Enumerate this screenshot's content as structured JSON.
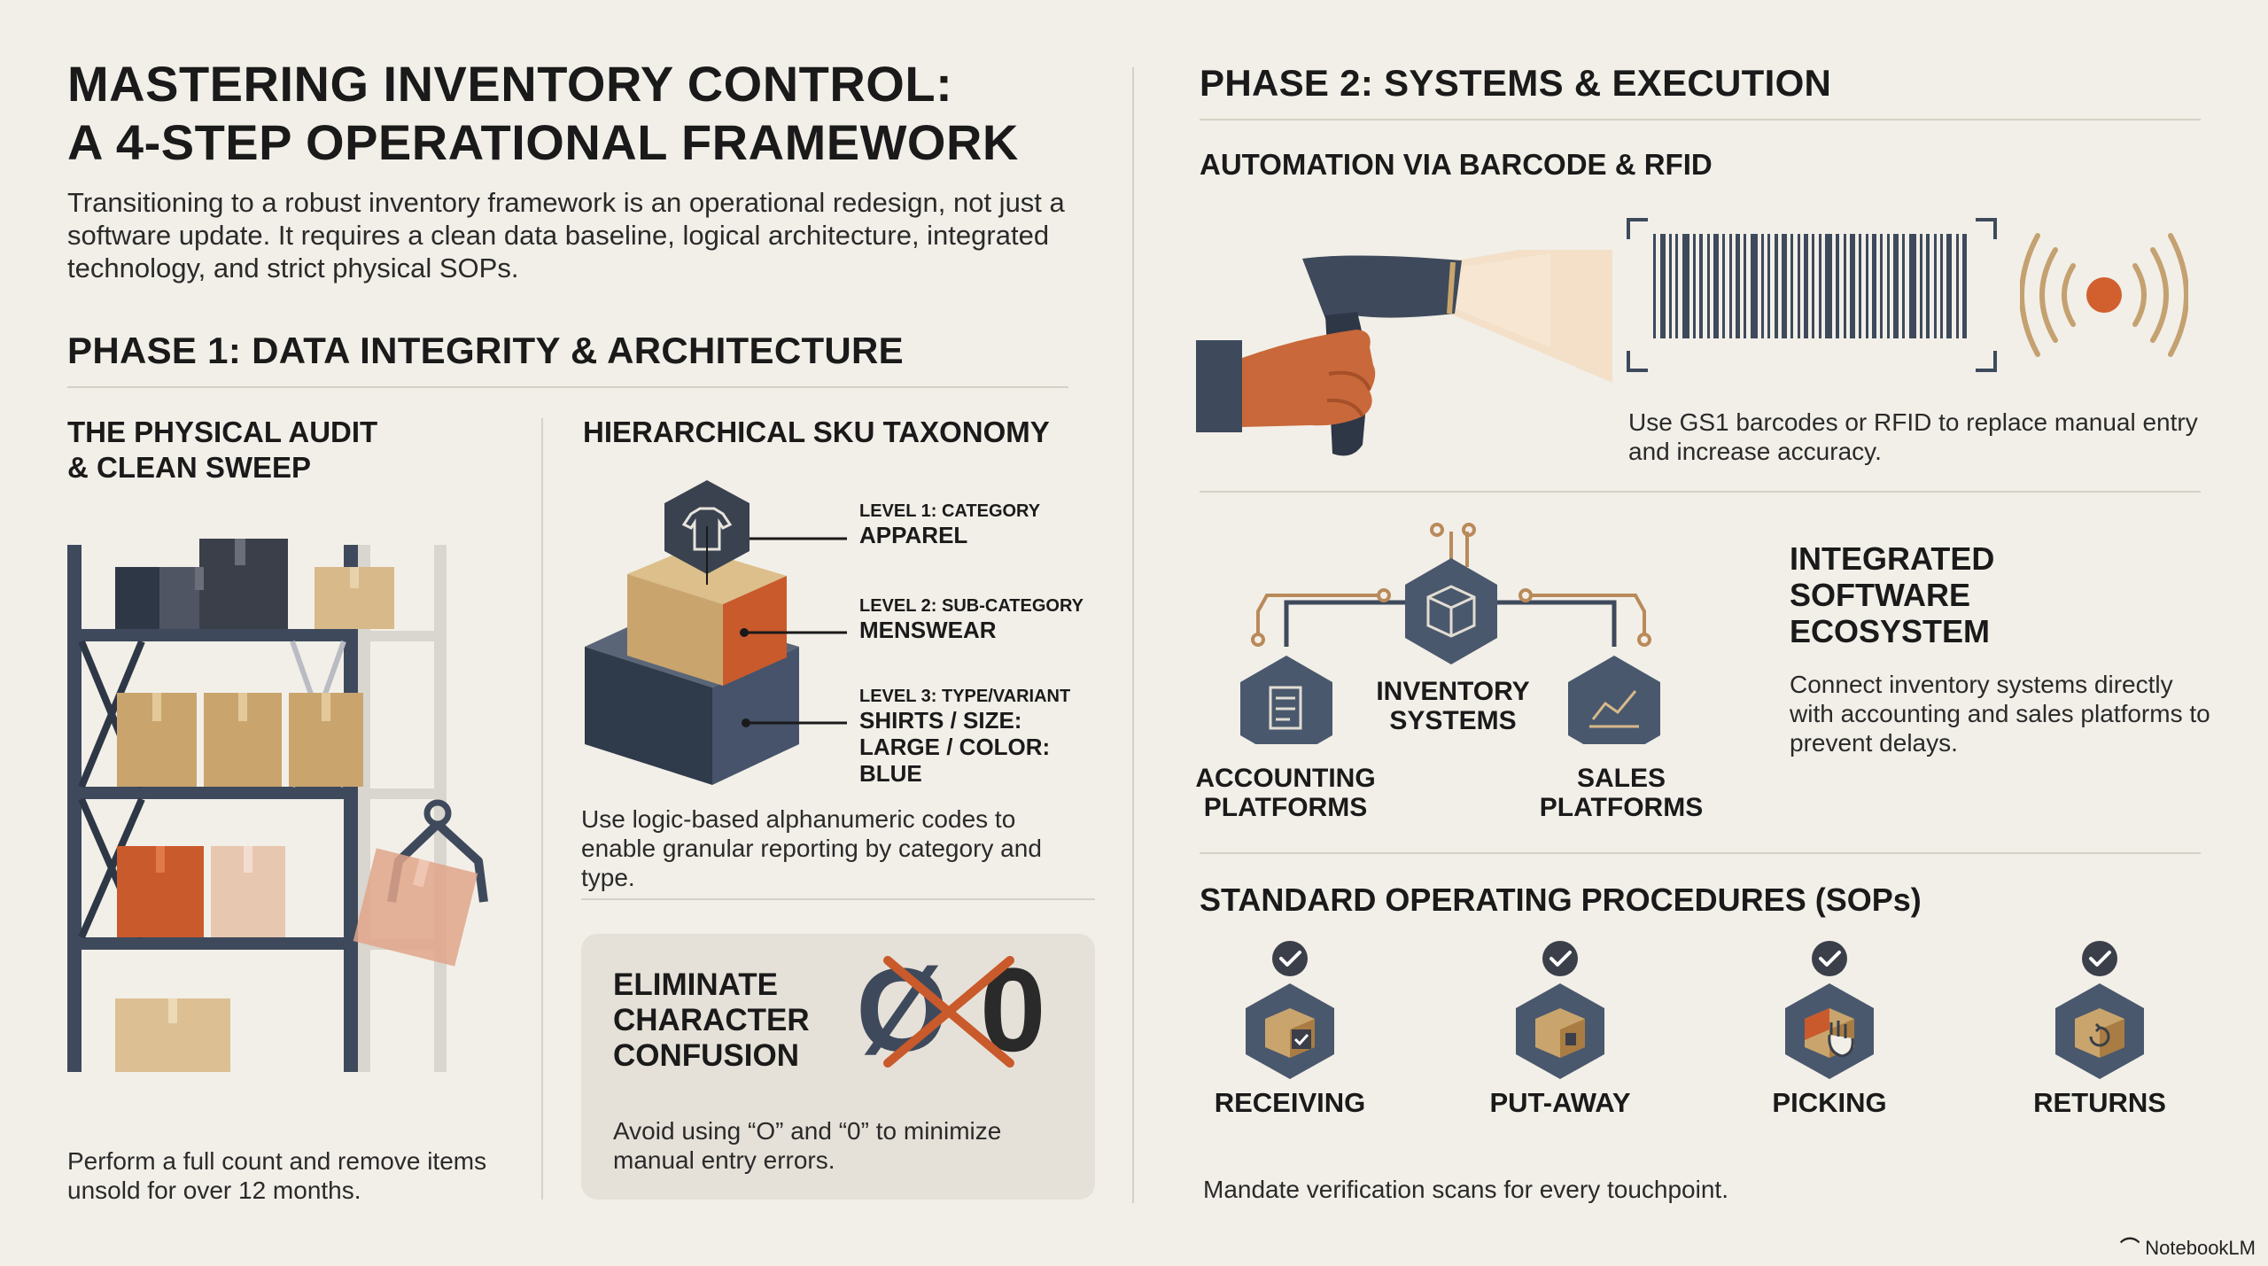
{
  "header": {
    "title_line1": "MASTERING INVENTORY CONTROL:",
    "title_line2": "A 4-STEP OPERATIONAL FRAMEWORK",
    "intro": "Transitioning to a robust inventory framework is an operational redesign, not just a software update. It requires a clean data baseline, logical architecture, integrated technology, and strict physical SOPs."
  },
  "phase1": {
    "title": "PHASE 1: DATA INTEGRITY & ARCHITECTURE",
    "audit": {
      "title_line1": "THE PHYSICAL AUDIT",
      "title_line2": "& CLEAN SWEEP",
      "text": "Perform a full count and remove items unsold for over 12 months."
    },
    "sku": {
      "title": "HIERARCHICAL SKU TAXONOMY",
      "levels": [
        {
          "label": "LEVEL 1: CATEGORY",
          "value": "APPAREL"
        },
        {
          "label": "LEVEL 2: SUB-CATEGORY",
          "value": "MENSWEAR"
        },
        {
          "label": "LEVEL 3: TYPE/VARIANT",
          "value": "SHIRTS / SIZE: LARGE / COLOR: BLUE"
        }
      ],
      "text": "Use logic-based alphanumeric codes to enable granular reporting by category and type."
    },
    "confusion": {
      "title_line1": "ELIMINATE",
      "title_line2": "CHARACTER",
      "title_line3": "CONFUSION",
      "glyph_crossed": "Ø",
      "glyph_plain": "0",
      "text": "Avoid using “O” and “0” to minimize manual entry errors."
    }
  },
  "phase2": {
    "title": "PHASE 2: SYSTEMS & EXECUTION",
    "automation": {
      "title": "AUTOMATION VIA BARCODE & RFID",
      "text": "Use GS1 barcodes or RFID to replace manual entry and increase accuracy."
    },
    "ecosystem": {
      "title_line1": "INTEGRATED",
      "title_line2": "SOFTWARE",
      "title_line3": "ECOSYSTEM",
      "text": "Connect inventory systems directly with accounting and sales platforms to prevent delays.",
      "nodes": {
        "center_line1": "INVENTORY",
        "center_line2": "SYSTEMS",
        "left_line1": "ACCOUNTING",
        "left_line2": "PLATFORMS",
        "right_line1": "SALES",
        "right_line2": "PLATFORMS"
      }
    },
    "sops": {
      "title": "STANDARD OPERATING PROCEDURES (SOPs)",
      "steps": [
        "RECEIVING",
        "PUT-AWAY",
        "PICKING",
        "RETURNS"
      ],
      "text": "Mandate verification scans for every touchpoint."
    }
  },
  "footer": {
    "brand": "NotebookLM"
  },
  "colors": {
    "background": "#f2efe8",
    "navy": "#3e4a5c",
    "orange": "#c95a2c",
    "tan": "#c9a56d",
    "copper": "#b98a5a"
  }
}
